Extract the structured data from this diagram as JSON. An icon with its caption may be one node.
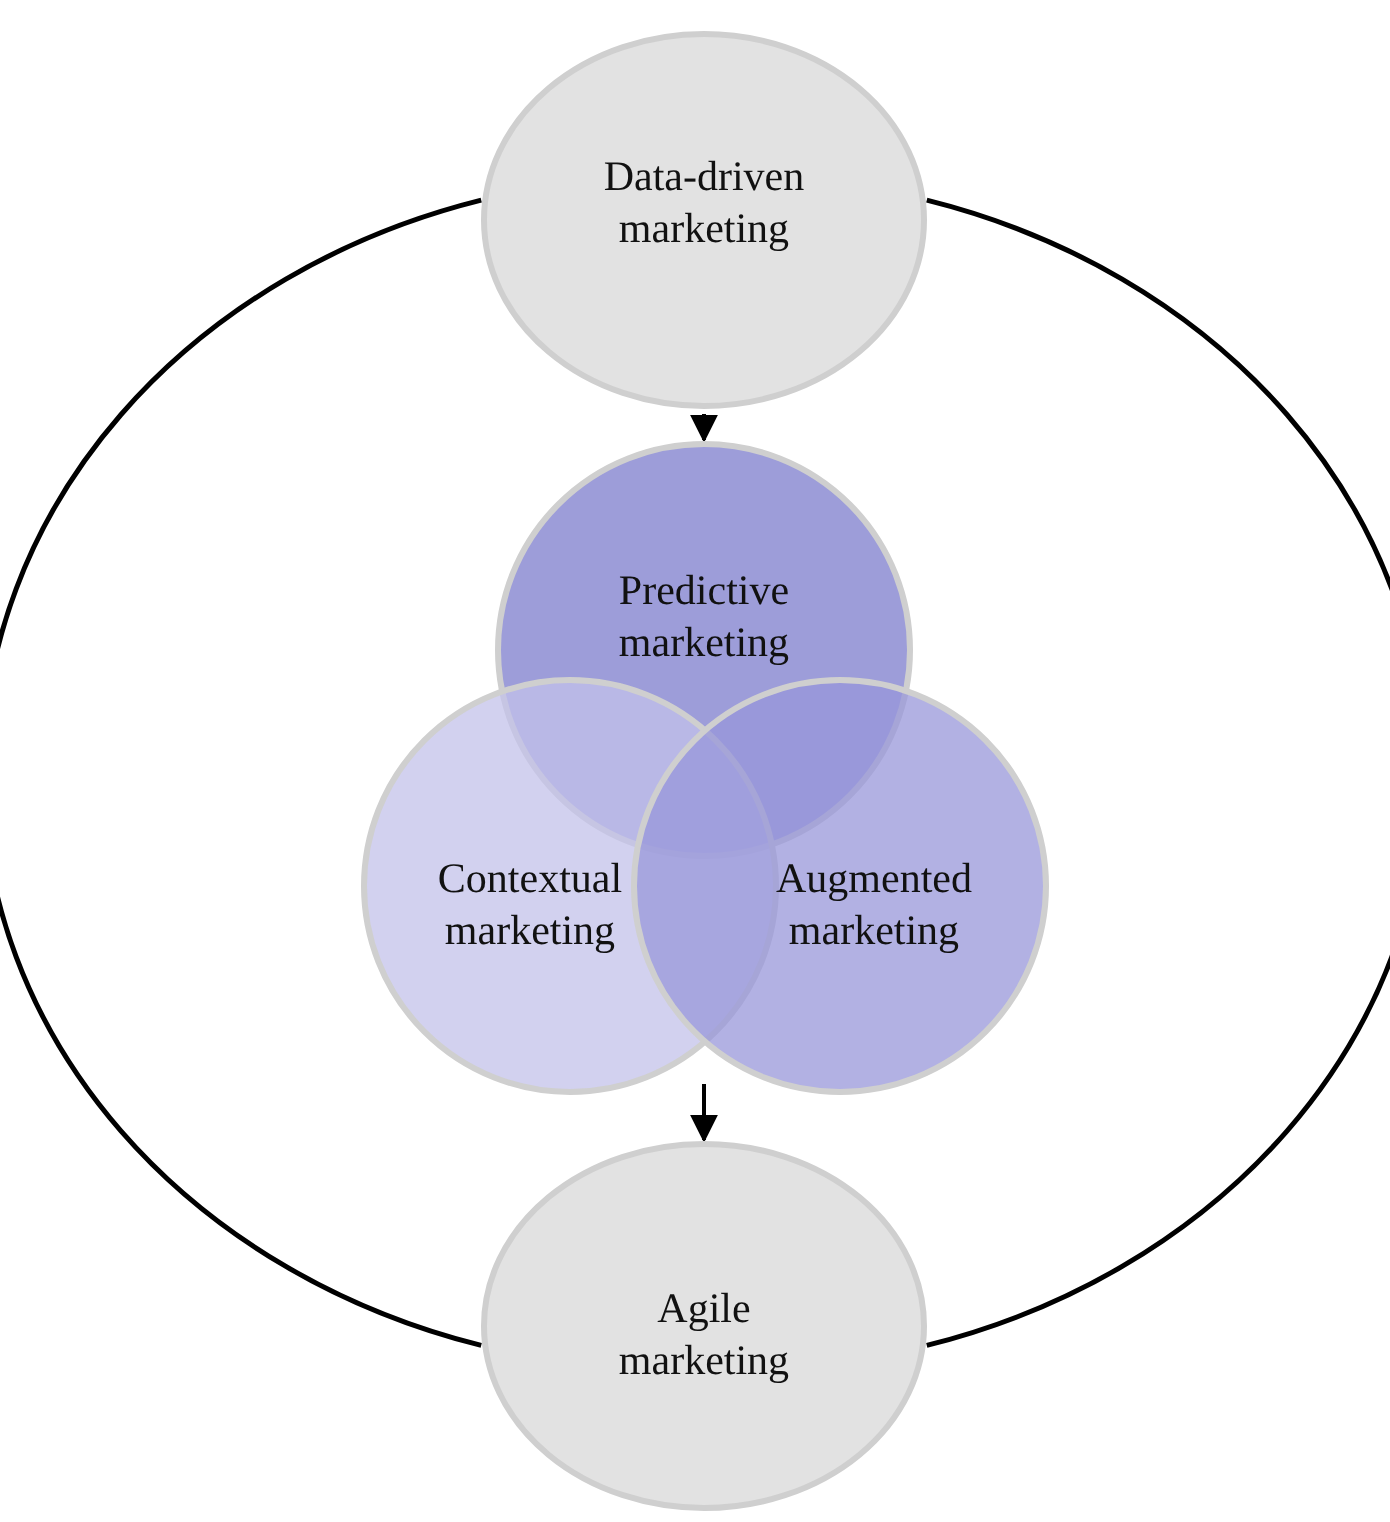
{
  "diagram": {
    "nodes": [
      {
        "text": [
          "Data-driven marketing"
        ]
      },
      {
        "text": [
          "Predictive marketing"
        ]
      },
      {
        "text": [
          "Contextual marketing"
        ]
      },
      {
        "text": [
          "Augmented marketing"
        ]
      },
      {
        "text": [
          "Agile marketing"
        ]
      }
    ],
    "edges": [
      {
        "from": 0,
        "to": 4,
        "arrow": "none"
      },
      {
        "from": 0,
        "to": 4,
        "arrow": "none"
      },
      {
        "from": 0,
        "to": 1,
        "arrow": "to"
      },
      {
        "from": null,
        "to": 4,
        "arrow": "to"
      }
    ]
  }
}
